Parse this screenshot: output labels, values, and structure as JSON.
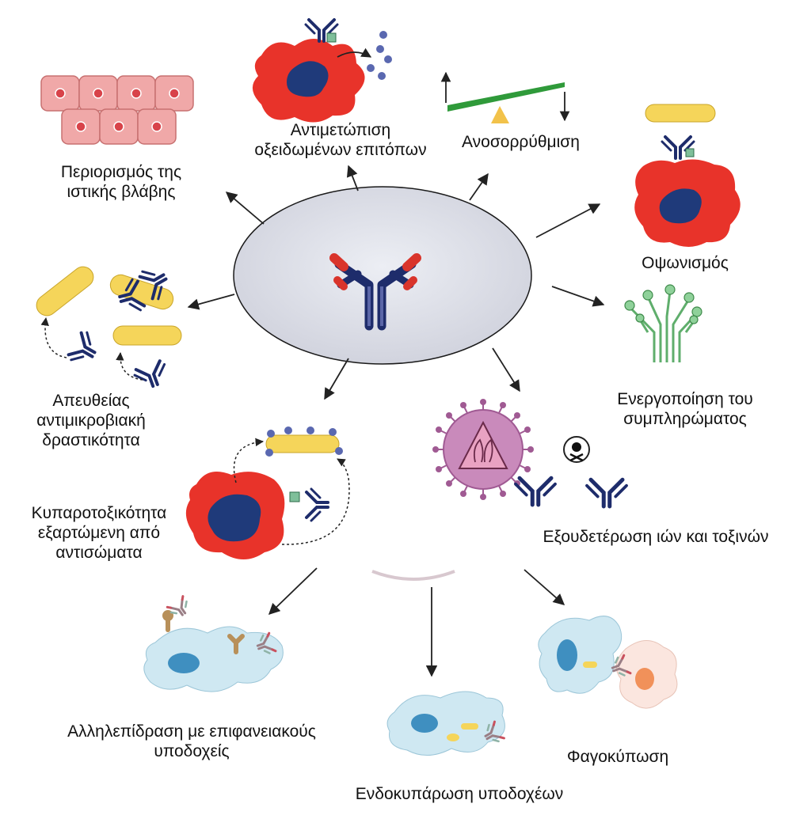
{
  "labels": {
    "tissue_damage": [
      "Περιορισμός της",
      "ιστικής βλάβης"
    ],
    "oxidized_epitopes": [
      "Αντιμετώπιση",
      "οξειδωμένων επιτόπων"
    ],
    "immunoregulation": "Ανοσορρύθμιση",
    "opsonization": "Οψωνισμός",
    "antimicrobial": [
      "Απευθείας",
      "αντιμικροβιακή",
      "δραστικότητα"
    ],
    "complement": [
      "Ενεργοποίηση του",
      "συμπληρώματος"
    ],
    "adcc": [
      "Κυπαροτοξικότητα",
      "εξαρτώμενη από",
      "αντισώματα"
    ],
    "neutralization": "Εξουδετέρωση ιών και τοξινών",
    "surface_receptors": [
      "Αλληλεπίδραση με επιφανειακούς",
      "υποδοχείς"
    ],
    "endocytosis": "Ενδοκυπάρωση υποδοχέων",
    "phagocytosis": "Φαγοκύπωση"
  },
  "colors": {
    "cell_red": "#e8332a",
    "nucleus_blue": "#1f3a7a",
    "antibody_navy": "#1e2c6b",
    "antibody_red": "#d9342b",
    "bacterium_yellow": "#f5d55a",
    "ellipse_fill": "#dcdde6",
    "seesaw_green": "#2f9a3a",
    "complement_green": "#7fc48a",
    "virus_purple": "#b86aa6",
    "epithelium_pink": "#f0a8a8",
    "macrophage_blue": "#cfe8f2"
  }
}
